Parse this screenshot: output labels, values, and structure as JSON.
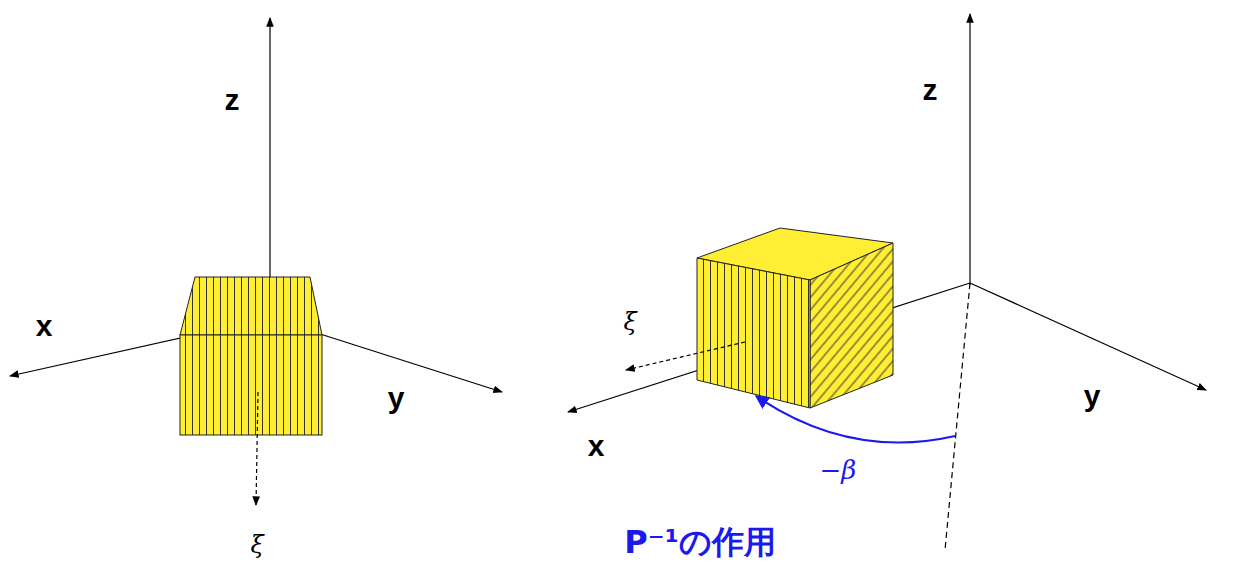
{
  "diagram": {
    "title": "P⁻¹の作用",
    "labels": [
      "z",
      "x",
      "y",
      "ξ",
      "z",
      "ξ",
      "x",
      "y",
      "−β"
    ]
  }
}
